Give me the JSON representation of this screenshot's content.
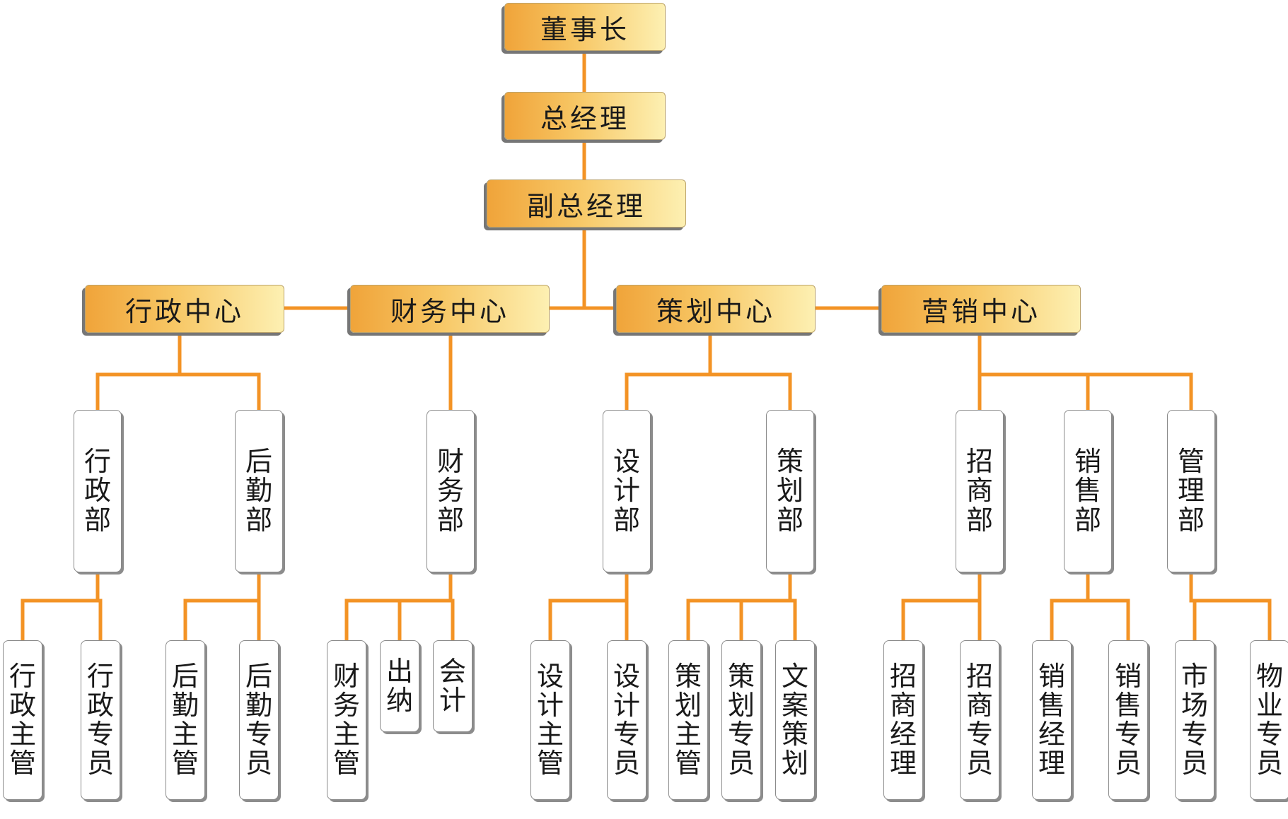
{
  "colors": {
    "connector": "#f39325",
    "box_gradient_start": "#f0a43a",
    "box_gradient_end": "#fdf0b2"
  },
  "top": {
    "chairman": "董事长",
    "general_manager": "总经理",
    "deputy_general_manager": "副总经理"
  },
  "centers": [
    {
      "label": "行政中心",
      "departments": [
        {
          "label": "行政部",
          "roles": [
            "行政主管",
            "行政专员"
          ]
        },
        {
          "label": "后勤部",
          "roles": [
            "后勤主管",
            "后勤专员"
          ]
        }
      ]
    },
    {
      "label": "财务中心",
      "departments": [
        {
          "label": "财务部",
          "roles": [
            "财务主管",
            "出纳",
            "会计"
          ]
        }
      ]
    },
    {
      "label": "策划中心",
      "departments": [
        {
          "label": "设计部",
          "roles": [
            "设计主管",
            "设计专员"
          ]
        },
        {
          "label": "策划部",
          "roles": [
            "策划主管",
            "策划专员",
            "文案策划"
          ]
        }
      ]
    },
    {
      "label": "营销中心",
      "departments": [
        {
          "label": "招商部",
          "roles": [
            "招商经理",
            "招商专员"
          ]
        },
        {
          "label": "销售部",
          "roles": [
            "销售经理",
            "销售专员"
          ]
        },
        {
          "label": "管理部",
          "roles": [
            "市场专员",
            "物业专员"
          ]
        }
      ]
    }
  ]
}
